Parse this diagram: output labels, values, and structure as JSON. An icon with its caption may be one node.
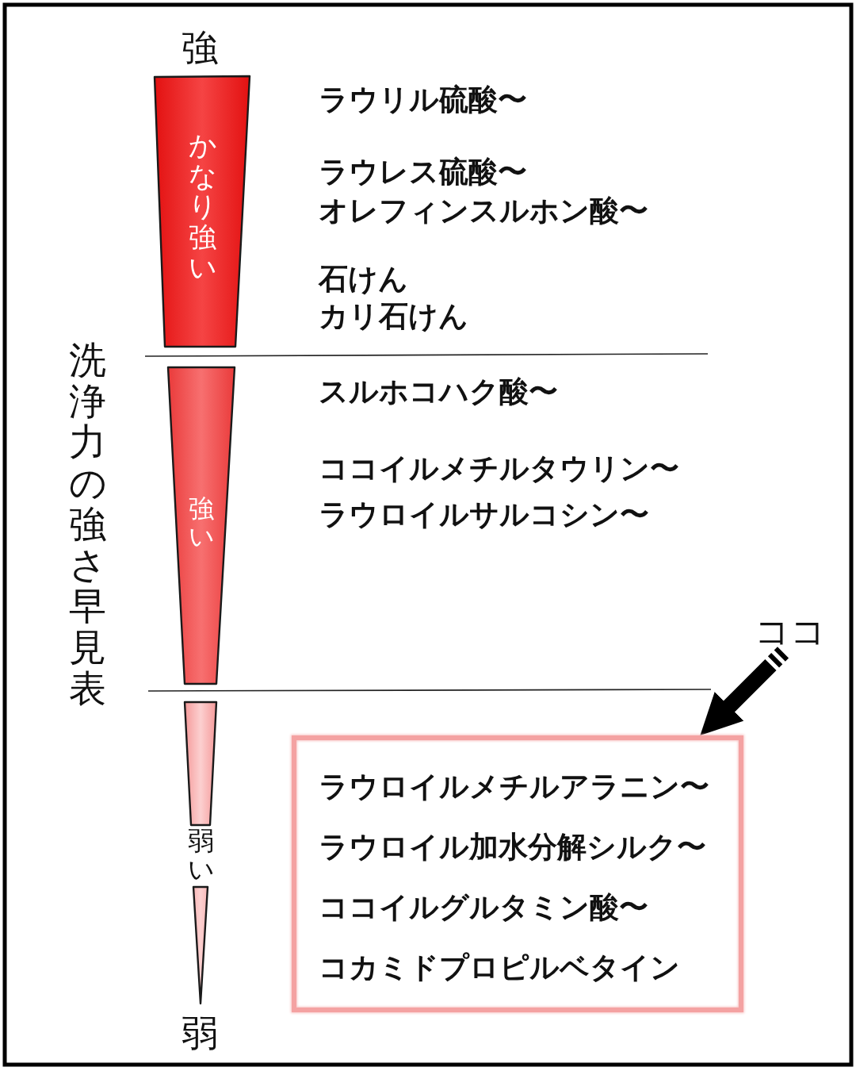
{
  "diagram": {
    "title": "洗浄力の強さ早見表",
    "nodes": [
      {
        "text": [
          "かなり強い"
        ]
      },
      {
        "text": [
          "強い"
        ]
      },
      {
        "text": [
          "弱い"
        ]
      },
      {
        "text": [
          "ココ"
        ]
      },
      {
        "text": [
          "ラウロイルメチルアラニン〜",
          "ラウロイル加水分解シルク〜",
          "ココイルグルタミン酸〜",
          "コカミドプロピルベタイン"
        ]
      }
    ],
    "edges": [
      {
        "from": 3,
        "to": 4,
        "arrow": "to"
      }
    ],
    "labels": [
      "強",
      "ラウリル硫酸〜",
      "ラウレス硫酸〜",
      "オレフィンスルホン酸〜",
      "石けん",
      "カリ石けん",
      "スルホコハク酸〜",
      "ココイルメチルタウリン〜",
      "ラウロイルサルコシン〜",
      "弱"
    ]
  }
}
